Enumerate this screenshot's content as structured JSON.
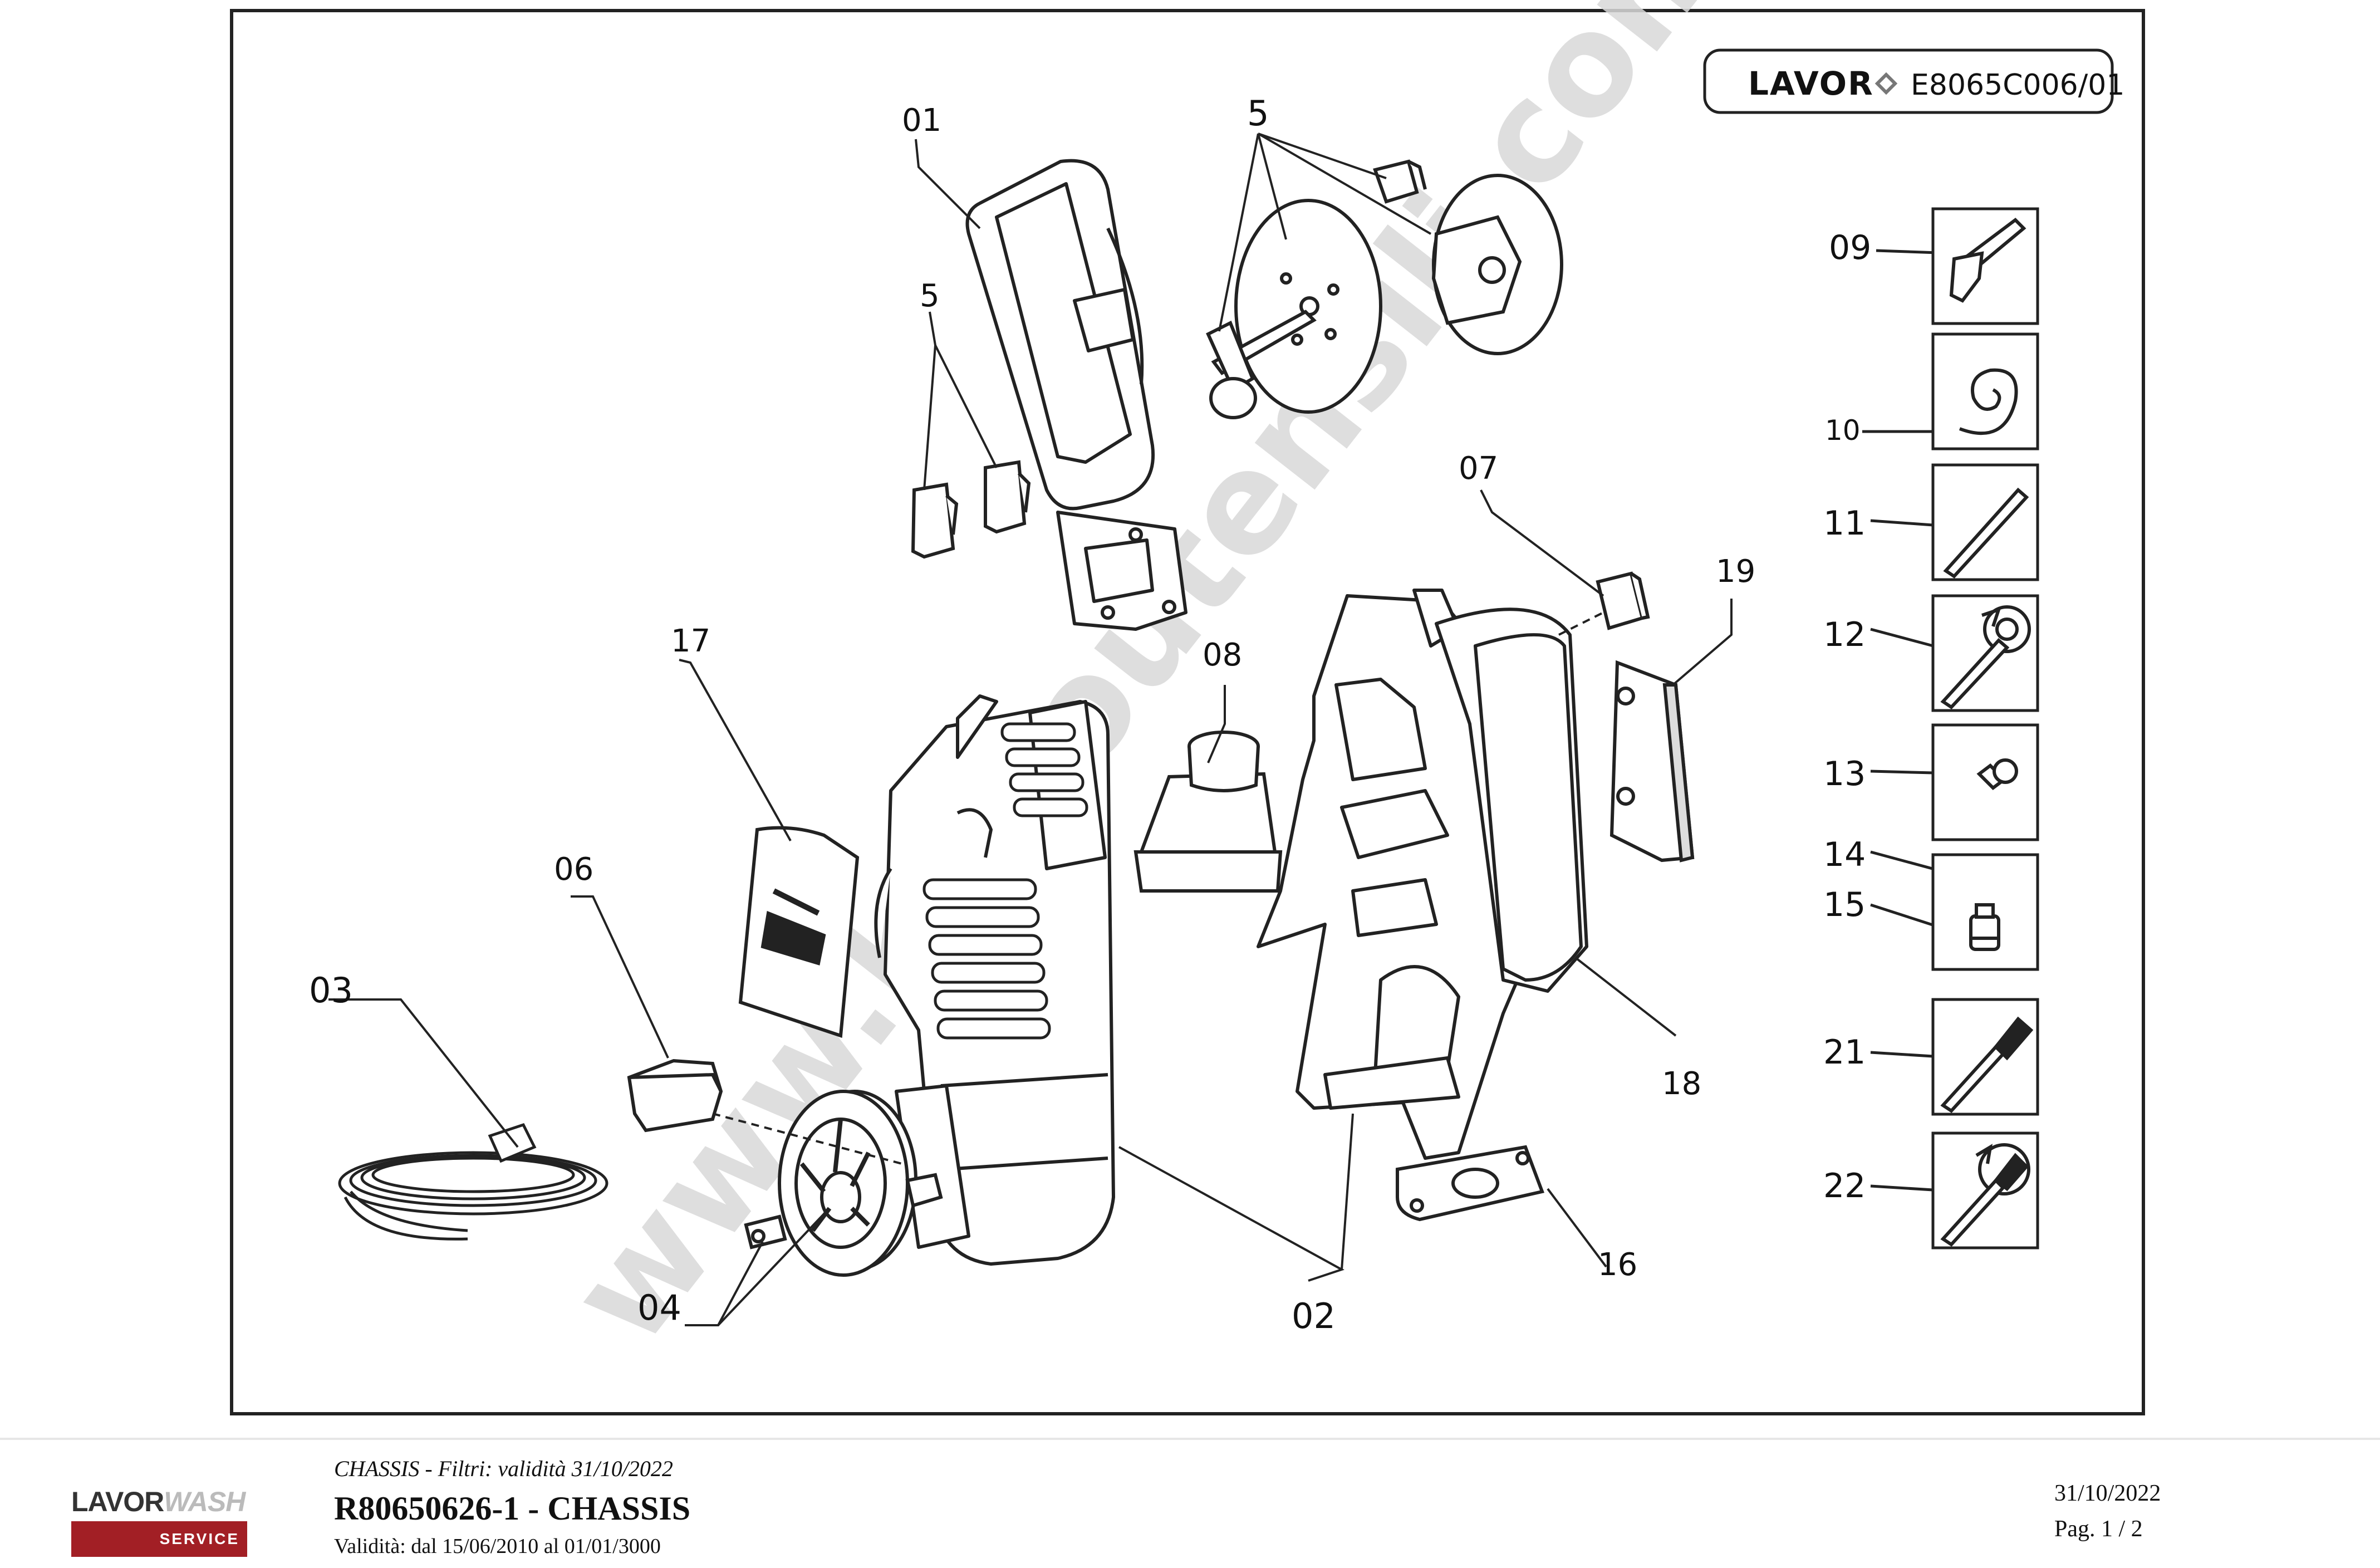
{
  "header_box": {
    "brand": "LAVOR",
    "code": "E8065C006/01"
  },
  "watermark": "www.bricoutensili.com",
  "callouts": {
    "c01": "01",
    "c02": "02",
    "c03": "03",
    "c04": "04",
    "c5a": "5",
    "c5b": "5",
    "c06": "06",
    "c07": "07",
    "c08": "08",
    "c16": "16",
    "c17": "17",
    "c18": "18",
    "c19": "19"
  },
  "accessories": [
    {
      "label": "09",
      "icon": "spray-gun-icon"
    },
    {
      "label": "10",
      "icon": "hose-coil-icon"
    },
    {
      "label": "11",
      "icon": "lance-icon"
    },
    {
      "label": "12",
      "icon": "rotating-nozzle-lance-icon"
    },
    {
      "label": "13",
      "icon": "hose-connector-icon"
    },
    {
      "label": "14",
      "icon": "detergent-cap-icon"
    },
    {
      "label": "15",
      "icon": "detergent-bottle-icon"
    },
    {
      "label": "21",
      "icon": "brush-icon"
    },
    {
      "label": "22",
      "icon": "rotating-brush-icon"
    }
  ],
  "footer": {
    "logo_top": "LAVOR",
    "logo_top_suffix": "WASH",
    "logo_bottom": "SERVICE",
    "filter_line": "CHASSIS - Filtri: validità 31/10/2022",
    "title": "R80650626-1 - CHASSIS",
    "validity": "Validità: dal 15/06/2010 al 01/01/3000",
    "date": "31/10/2022",
    "page": "Pag. 1 / 2"
  },
  "colors": {
    "logo_red": "#a21f25",
    "line": "#222222",
    "watermark": "#d9d9d9"
  }
}
